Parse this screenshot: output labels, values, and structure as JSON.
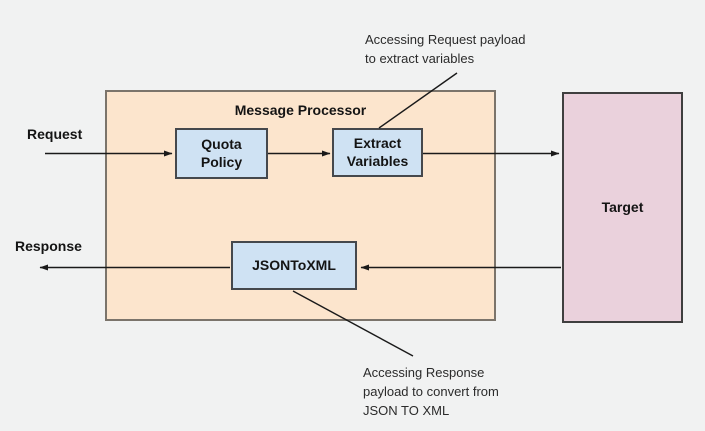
{
  "diagram": {
    "title": "Message Processor",
    "nodes": {
      "quota_policy": "Quota\nPolicy",
      "extract_variables": "Extract\nVariables",
      "json_to_xml": "JSONToXML",
      "target": "Target"
    },
    "flow_labels": {
      "request": "Request",
      "response": "Response"
    },
    "annotations": {
      "request_payload": "Accessing Request payload\nto extract variables",
      "response_payload": "Accessing Response\npayload to convert from\nJSON TO XML"
    },
    "colors": {
      "background": "#f1f2f2",
      "processor_fill": "#fce5cd",
      "processor_border": "#7b746b",
      "policy_fill": "#cfe2f3",
      "policy_border": "#45484c",
      "target_fill": "#ead1dc",
      "target_border": "#3f3f3f",
      "line": "#1a1a1a",
      "text": "#141414"
    }
  }
}
